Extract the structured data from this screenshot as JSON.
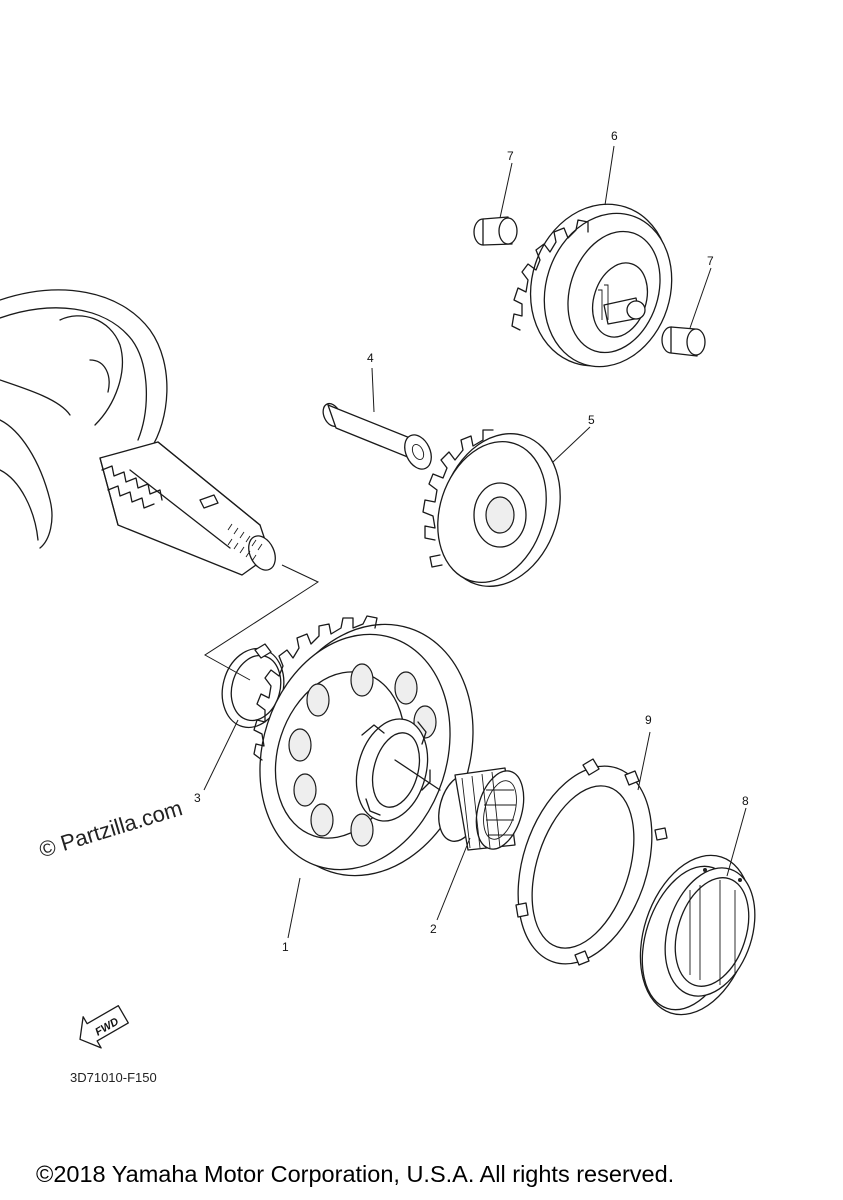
{
  "diagram": {
    "callouts": [
      {
        "id": "1",
        "label": "1"
      },
      {
        "id": "2",
        "label": "2"
      },
      {
        "id": "3",
        "label": "3"
      },
      {
        "id": "4",
        "label": "4"
      },
      {
        "id": "5",
        "label": "5"
      },
      {
        "id": "6",
        "label": "6"
      },
      {
        "id": "7a",
        "label": "7"
      },
      {
        "id": "7b",
        "label": "7"
      },
      {
        "id": "8",
        "label": "8"
      },
      {
        "id": "9",
        "label": "9"
      }
    ],
    "fwd_label": "FWD",
    "drawing_code": "3D71010-F150"
  },
  "watermark": "© Partzilla.com",
  "copyright": "©2018 Yamaha Motor Corporation, U.S.A. All rights reserved."
}
